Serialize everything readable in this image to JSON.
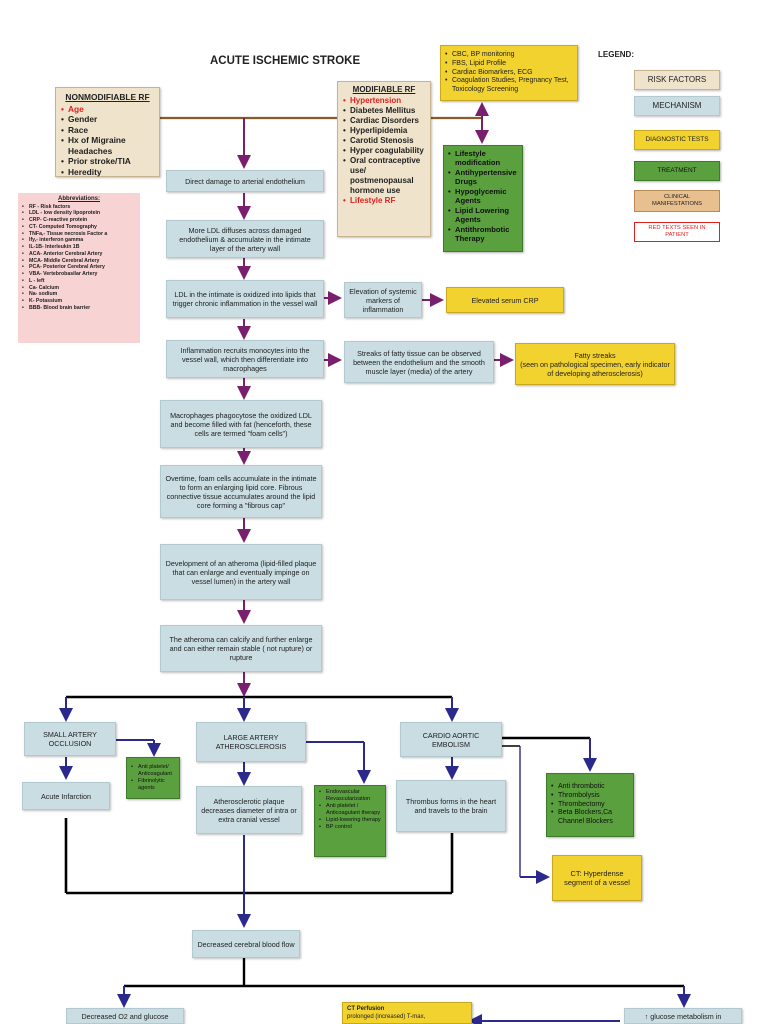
{
  "title": "ACUTE ISCHEMIC STROKE",
  "legend": {
    "heading": "LEGEND:",
    "items": [
      "RISK FACTORS",
      "MECHANISM",
      "DIAGNOSTIC TESTS",
      "TREATMENT",
      "CLINICAL MANIFESTATIONS",
      "RED TEXTS SEEN IN PATIENT"
    ]
  },
  "nonmodifiable": {
    "heading": "NONMODIFIABLE RF",
    "items": [
      "Age",
      "Gender",
      "Race",
      "Hx of Migraine Headaches",
      "Prior stroke/TIA",
      "Heredity"
    ]
  },
  "modifiable": {
    "heading": "MODIFIABLE RF",
    "items": [
      "Hypertension",
      "Diabetes Mellitus",
      "Cardiac Disorders",
      "Hyperlipidemia",
      "Carotid Stenosis",
      "Hyper coagulability",
      "Oral contraceptive use/ postmenopausal hormone use",
      "Lifestyle RF"
    ]
  },
  "top_tests": [
    "CBC, BP monitoring",
    "FBS, Lipid Profile",
    "Cardiac Biomarkers, ECG",
    "Coagulation Studies, Pregnancy Test, Toxicology Screening"
  ],
  "top_treatment": [
    "Lifestyle modification",
    "Antihypertensive Drugs",
    "Hypoglycemic Agents",
    "Lipid Lowering Agents",
    "Antithrombotic Therapy"
  ],
  "abbreviations": {
    "heading": "Abbreviations:",
    "items": [
      "RF - Risk factors",
      "LDL - low density lipoprotein",
      "CRP- C-reactive protein",
      "CT- Computed Tomography",
      "TNFa,- Tissue necrosis Factor a",
      "Ify,- interferon gamma",
      "IL-1B- Interleukin 1B",
      "ACA- Anterior Cerebral Artery",
      "MCA- Middle Cerebral Artery",
      "PCA- Posterior Cerebral Artery",
      "VBA- Vertebrobasilar Artery",
      "L - left",
      "Ca- Calcium",
      "Na- sodium",
      "K- Potassium",
      "BBB- Blood brain barrier"
    ]
  },
  "chain": [
    "Direct damage to arterial endothelium",
    "More LDL diffuses across damaged endothelium & accumulate in the intimate layer of the artery wall",
    "LDL in the intimate is oxidized into lipids that trigger chronic inflammation in the vessel wall",
    "Inflammation recruits monocytes into the vessel wall, which then differentiate into macrophages",
    "Macrophages phagocytose the oxidized LDL and become filled with fat (henceforth, these cells are termed \"foam cells\")",
    "Overtime, foam cells accumulate in the intimate to form an enlarging lipid core. Fibrous connective tissue accumulates around the lipid core forming a \"fibrous cap\"",
    "Development of an atheroma (lipid-filled plaque that can enlarge and eventually impinge on vessel lumen) in the artery wall",
    "The atheroma can calcify and further enlarge and can either remain stable ( not rupture) or rupture"
  ],
  "side": {
    "systemic": "Elevation of systemic markers of inflammation",
    "crp": "Elevated serum CRP",
    "streaks": "Streaks of fatty tissue can be observed between the endothelium and the smooth muscle layer (media) of the artery",
    "fatty_title": "Fatty streaks",
    "fatty_sub": "(seen on pathological specimen, early indicator of developing atherosclerosis)"
  },
  "branches": {
    "small": "SMALL ARTERY OCCLUSION",
    "large": "LARGE ARTERY ATHEROSCLEROSIS",
    "cardio": "CARDIO AORTIC EMBOLISM",
    "acute": "Acute Infarction",
    "small_treat": [
      "Anti platelet/ Anticoagulant",
      "Fibrinolytic agents"
    ],
    "large_mech": "Atherosclerotic plaque decreases diameter of intra or extra cranial vessel",
    "large_treat": [
      "Endovascular Revascularization",
      "Anti platelet / Anticoagulant therapy",
      "Lipid-lowering therapy",
      "BP control"
    ],
    "cardio_mech": "Thrombus forms in the heart and travels to the brain",
    "cardio_treat": [
      "Anti thrombotic",
      "Thrombolysis",
      "Thrombectomy",
      "Beta Blockers,Ca Channel Blockers"
    ],
    "ct": "CT: Hyperdense segment of a vessel"
  },
  "bottom": {
    "decreased": "Decreased cerebral blood flow",
    "o2": "Decreased O2 and glucose",
    "perfusion_title": "CT Perfusion",
    "perfusion_text": "prolonged (increased) T-max,",
    "glucose": "↑ glucose metabolism in"
  }
}
